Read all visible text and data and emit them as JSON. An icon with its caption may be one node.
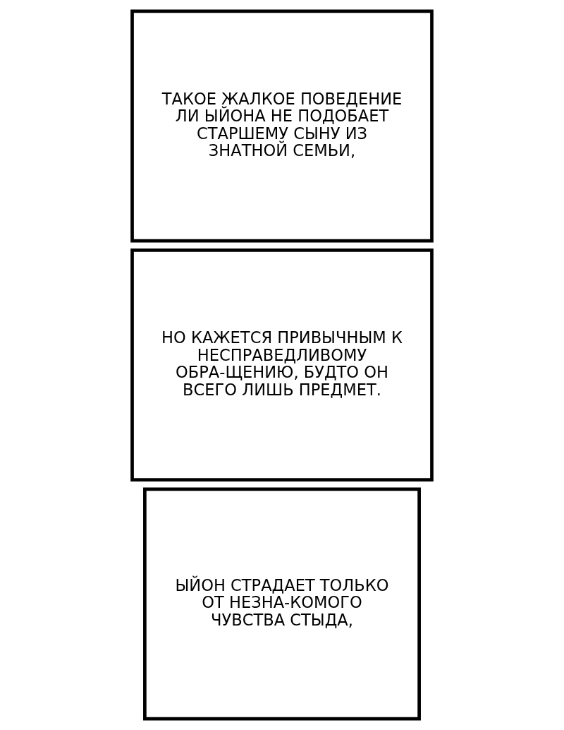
{
  "diagram": {
    "nodes": [
      {
        "text": [
          "ЫЙОН СТРАДАЕТ ТОЛЬКО ОТ НЕЗНА-КОМОГО ЧУВСТВА СТЫДА,"
        ]
      },
      {
        "text": [
          "НО КАЖЕТСЯ ПРИВЫЧНЫМ К НЕСПРАВЕДЛИВОМУ ОБРА-ЩЕНИЮ, БУДТО ОН ВСЕГО ЛИШЬ ПРЕДМЕТ."
        ]
      },
      {
        "text": [
          "ТАКОЕ ЖАЛКОЕ ПОВЕДЕНИЕ ЛИ ЫЙОНА НЕ ПОДОБАЕТ СТАРШЕМУ СЫНУ ИЗ ЗНАТНОЙ СЕМЬИ,"
        ]
      }
    ],
    "edges": []
  }
}
